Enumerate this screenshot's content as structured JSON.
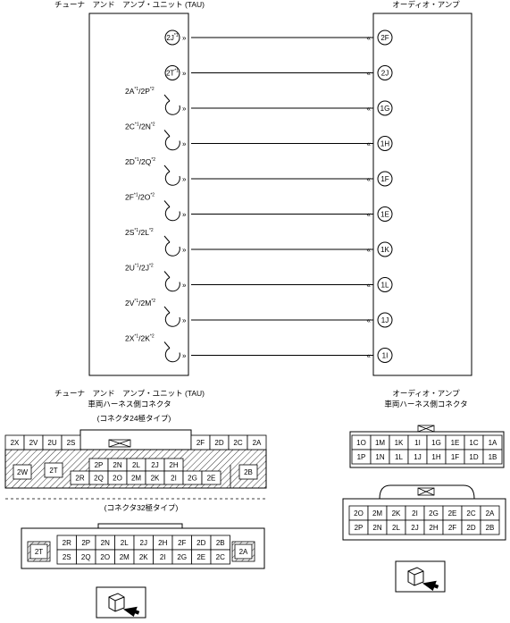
{
  "tau_title": "チューナ　アンド　アンプ・ユニット (TAU)",
  "amp_title": "オーディオ・アンプ",
  "wires": [
    {
      "tau": "2J",
      "tau_sup": "*1",
      "tau_alt": "",
      "tau_alt_sup": "",
      "amp": "2F",
      "shielded": false
    },
    {
      "tau": "2T",
      "tau_sup": "*1",
      "tau_alt": "",
      "tau_alt_sup": "",
      "amp": "2J",
      "shielded": false
    },
    {
      "tau": "2A",
      "tau_sup": "*1",
      "tau_alt": "/2P",
      "tau_alt_sup": "*2",
      "amp": "1G",
      "shielded": true
    },
    {
      "tau": "2C",
      "tau_sup": "*1",
      "tau_alt": "/2N",
      "tau_alt_sup": "*2",
      "amp": "1H",
      "shielded": true
    },
    {
      "tau": "2D",
      "tau_sup": "*1",
      "tau_alt": "/2Q",
      "tau_alt_sup": "*2",
      "amp": "1F",
      "shielded": true
    },
    {
      "tau": "2F",
      "tau_sup": "*1",
      "tau_alt": "/2O",
      "tau_alt_sup": "*2",
      "amp": "1E",
      "shielded": true
    },
    {
      "tau": "2S",
      "tau_sup": "*1",
      "tau_alt": "/2L",
      "tau_alt_sup": "*2",
      "amp": "1K",
      "shielded": true
    },
    {
      "tau": "2U",
      "tau_sup": "*1",
      "tau_alt": "/2J",
      "tau_alt_sup": "*2",
      "amp": "1L",
      "shielded": true
    },
    {
      "tau": "2V",
      "tau_sup": "*1",
      "tau_alt": "/2M",
      "tau_alt_sup": "*2",
      "amp": "1J",
      "shielded": true
    },
    {
      "tau": "2X",
      "tau_sup": "*1",
      "tau_alt": "/2K",
      "tau_alt_sup": "*2",
      "amp": "1I",
      "shielded": true
    }
  ],
  "tau_conn": {
    "title1": "チューナ　アンド　アンプ・ユニット (TAU)",
    "title2": "車両ハーネス側コネクタ",
    "type24": "(コネクタ24極タイプ)",
    "type32": "(コネクタ32極タイプ)",
    "c24_top_left": [
      "2X",
      "2V",
      "2U",
      "2S"
    ],
    "c24_top_right": [
      "2F",
      "2D",
      "2C",
      "2A"
    ],
    "c24_mid_row1": [
      "2P",
      "2N",
      "2L",
      "2J",
      "2H"
    ],
    "c24_mid_row2": [
      "2R",
      "2Q",
      "2O",
      "2M",
      "2K",
      "2I",
      "2G",
      "2E"
    ],
    "c24_side_left": [
      "2W",
      "2T"
    ],
    "c24_side_right": [
      "2B"
    ],
    "c32_row1": [
      "2R",
      "2P",
      "2N",
      "2L",
      "2J",
      "2H",
      "2F",
      "2D",
      "2B"
    ],
    "c32_row2": [
      "2S",
      "2Q",
      "2O",
      "2M",
      "2K",
      "2I",
      "2G",
      "2E",
      "2C"
    ],
    "c32_side_left": "2T",
    "c32_side_right": "2A"
  },
  "amp_conn": {
    "title1": "オーディオ・アンプ",
    "title2": "車両ハーネス側コネクタ",
    "c1_row1": [
      "1O",
      "1M",
      "1K",
      "1I",
      "1G",
      "1E",
      "1C",
      "1A"
    ],
    "c1_row2": [
      "1P",
      "1N",
      "1L",
      "1J",
      "1H",
      "1F",
      "1D",
      "1B"
    ],
    "c2_row1": [
      "2O",
      "2M",
      "2K",
      "2I",
      "2G",
      "2E",
      "2C",
      "2A"
    ],
    "c2_row2": [
      "2P",
      "2N",
      "2L",
      "2J",
      "2H",
      "2F",
      "2D",
      "2B"
    ]
  }
}
